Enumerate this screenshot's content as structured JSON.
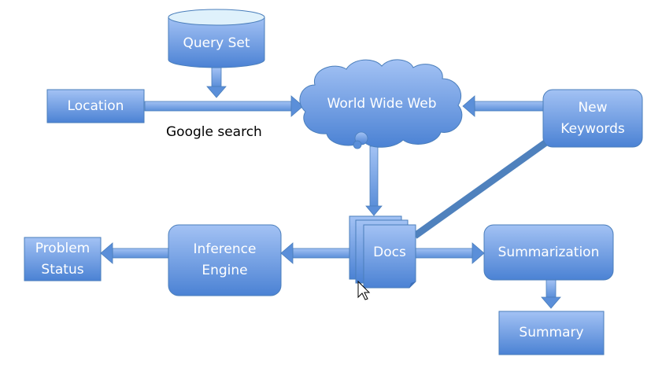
{
  "diagram": {
    "colors": {
      "fill_top": "#9dbdf2",
      "fill_bottom": "#4f86d6",
      "stroke": "#4a7ebb",
      "connector": "#4f81bd"
    },
    "nodes": {
      "query_set": {
        "label": "Query Set",
        "shape": "database-cylinder"
      },
      "location": {
        "label": "Location",
        "shape": "rectangle"
      },
      "www": {
        "label": "World Wide Web",
        "shape": "cloud"
      },
      "new_keywords": {
        "label": "New Keywords",
        "shape": "rounded-rectangle"
      },
      "docs": {
        "label": "Docs",
        "shape": "multi-document"
      },
      "inference_engine": {
        "label": "Inference Engine",
        "shape": "rounded-rectangle"
      },
      "problem_status": {
        "label": "Problem Status",
        "shape": "rectangle"
      },
      "summarization": {
        "label": "Summarization",
        "shape": "rounded-rectangle"
      },
      "summary": {
        "label": "Summary",
        "shape": "rectangle"
      }
    },
    "edge_labels": {
      "google_search": "Google search"
    },
    "edges": [
      {
        "from": "query_set",
        "to": "location-www-link"
      },
      {
        "from": "location",
        "to": "www",
        "label": "Google search"
      },
      {
        "from": "new_keywords",
        "to": "www"
      },
      {
        "from": "www",
        "to": "docs"
      },
      {
        "from": "docs",
        "to": "new_keywords"
      },
      {
        "from": "docs",
        "to": "inference_engine"
      },
      {
        "from": "inference_engine",
        "to": "problem_status"
      },
      {
        "from": "docs",
        "to": "summarization"
      },
      {
        "from": "summarization",
        "to": "summary"
      }
    ]
  }
}
